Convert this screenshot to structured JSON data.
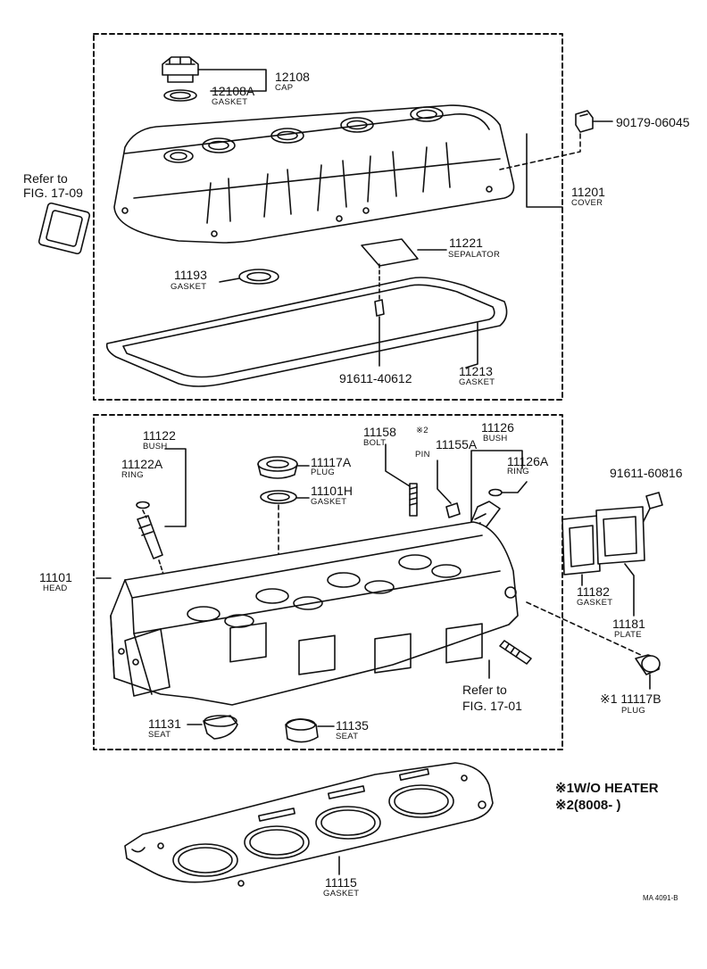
{
  "parts": {
    "p12108": {
      "number": "12108",
      "name": "CAP"
    },
    "p12108a": {
      "number": "12108A",
      "name": "GASKET"
    },
    "p90179": {
      "number": "90179-06045"
    },
    "p11201": {
      "number": "11201",
      "name": "COVER"
    },
    "p11221": {
      "number": "11221",
      "name": "SEPALATOR"
    },
    "p11193": {
      "number": "11193",
      "name": "GASKET"
    },
    "p91611_40612": {
      "number": "91611-40612"
    },
    "p11213": {
      "number": "11213",
      "name": "GASKET"
    },
    "p11122": {
      "number": "11122",
      "name": "BUSH"
    },
    "p11122a": {
      "number": "11122A",
      "name": "RING"
    },
    "p11117a": {
      "number": "11117A",
      "name": "PLUG"
    },
    "p11101h": {
      "number": "11101H",
      "name": "GASKET"
    },
    "p11158": {
      "number": "11158",
      "name": "BOLT"
    },
    "p11155a": {
      "mark": "※2",
      "number": "11155A",
      "name": "PIN"
    },
    "p11126": {
      "number": "11126",
      "name": "BUSH"
    },
    "p11126a": {
      "number": "11126A",
      "name": "RING"
    },
    "p91611_60816": {
      "number": "91611-60816"
    },
    "p11101": {
      "number": "11101",
      "name": "HEAD"
    },
    "p11182": {
      "number": "11182",
      "name": "GASKET"
    },
    "p11181": {
      "number": "11181",
      "name": "PLATE"
    },
    "p11117b": {
      "number": "※1 11117B",
      "name": "PLUG"
    },
    "p11131": {
      "number": "11131",
      "name": "SEAT"
    },
    "p11135": {
      "number": "11135",
      "name": "SEAT"
    },
    "p11115": {
      "number": "11115",
      "name": "GASKET"
    }
  },
  "refs": {
    "fig1709": {
      "line1": "Refer to",
      "line2": "FIG. 17-09"
    },
    "fig1701": {
      "line1": "Refer to",
      "line2": "FIG. 17-01"
    }
  },
  "notes": {
    "n1": "※1W/O HEATER",
    "n2": "※2(8008-          )"
  },
  "code": "MA 4091-B"
}
